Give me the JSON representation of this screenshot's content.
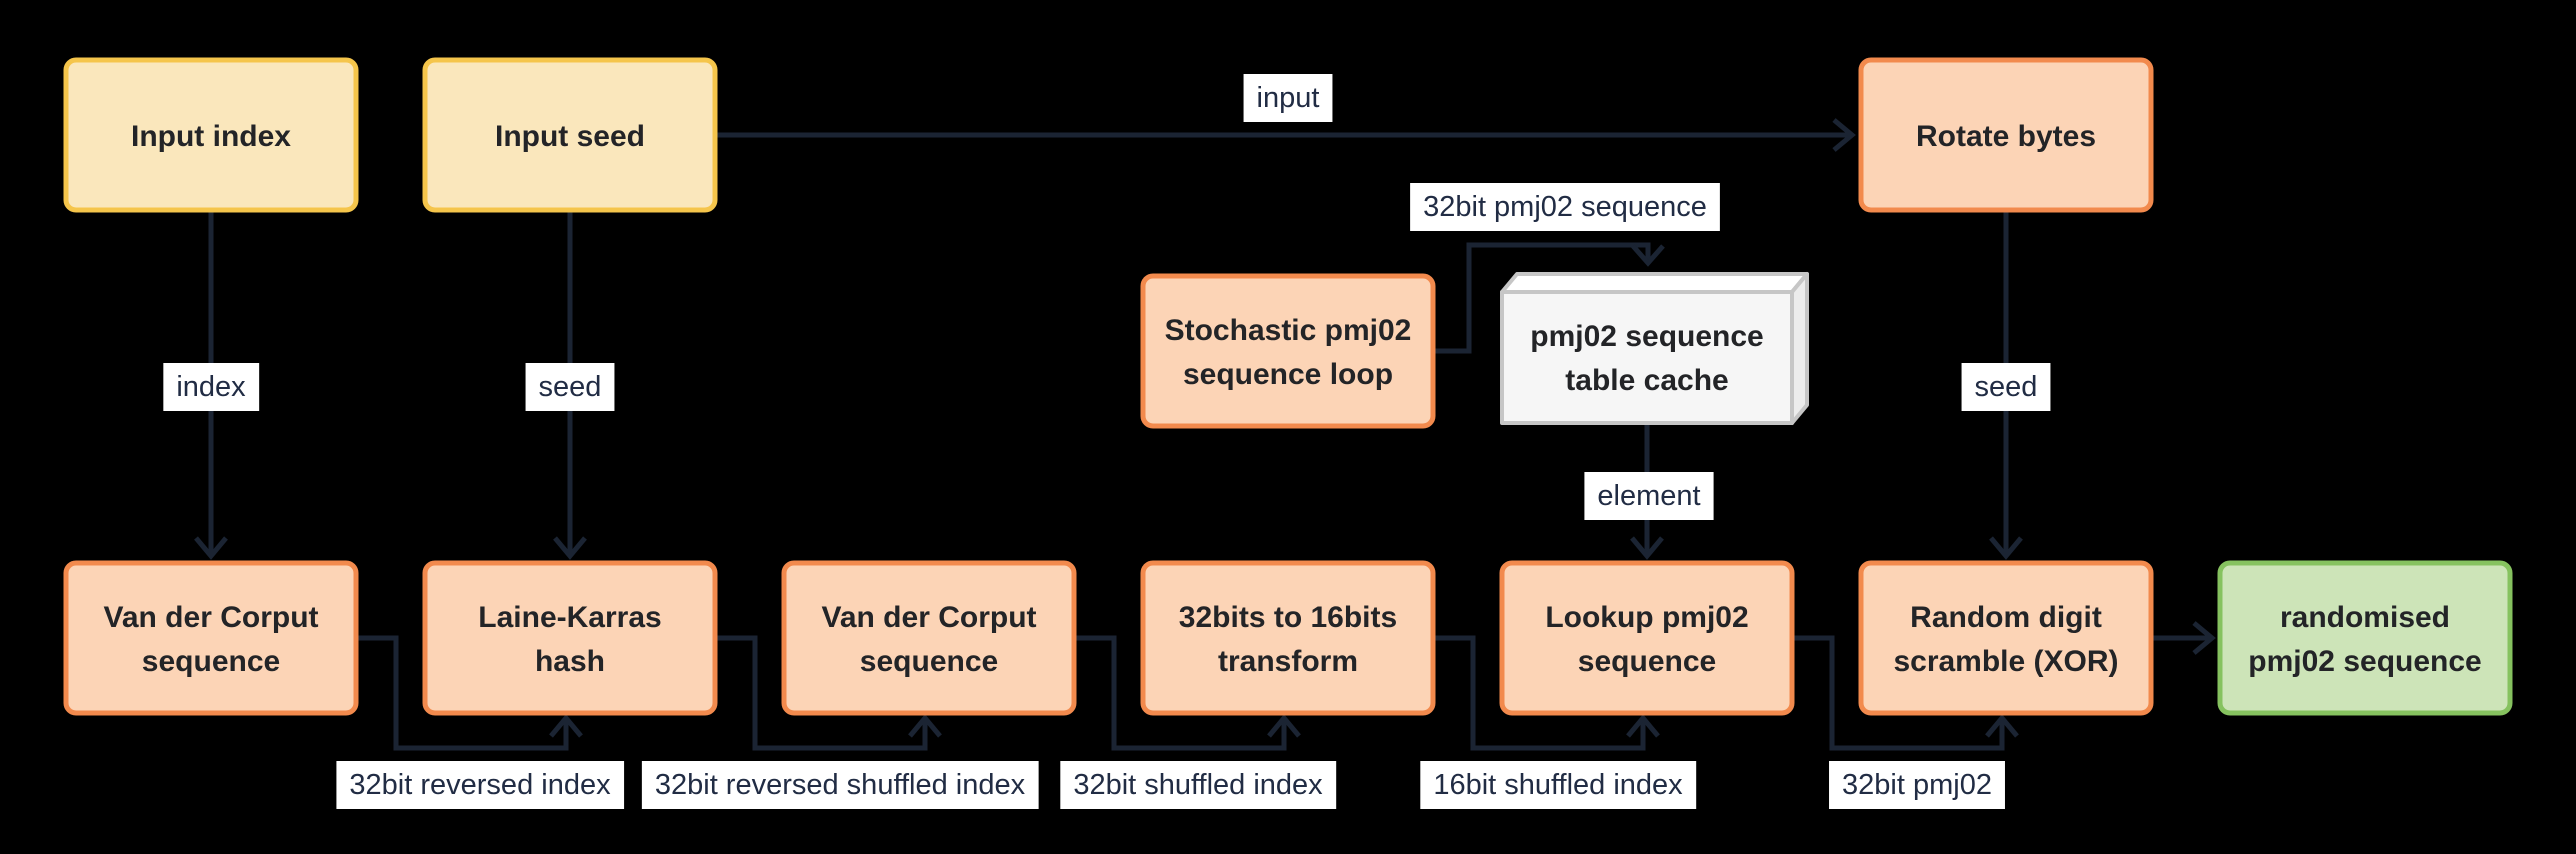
{
  "diagram": {
    "type": "flowchart",
    "description": "pmj02 randomised sequence generation pipeline"
  },
  "colors": {
    "background": "#000000",
    "edge": "#1b2433",
    "label_bg": "#ffffff",
    "label_text": "#212c44",
    "node_text": "#232427",
    "input_node": {
      "fill": "#fae7bc",
      "border": "#f5c54b"
    },
    "process_node": {
      "fill": "#fcd4b6",
      "border": "#f28a4d"
    },
    "output_node": {
      "fill": "#cde4b8",
      "border": "#86c25f"
    },
    "cache_node": {
      "fill": "#f6f6f6",
      "top_fill": "#ffffff",
      "side_fill": "#ececec",
      "border": "#c6c6c6"
    }
  },
  "nodes": {
    "input_index": {
      "type": "input",
      "lines": [
        "Input index"
      ]
    },
    "input_seed": {
      "type": "input",
      "lines": [
        "Input seed"
      ]
    },
    "rotate_bytes": {
      "type": "process",
      "lines": [
        "Rotate bytes"
      ]
    },
    "stochastic_loop": {
      "type": "process",
      "lines": [
        "Stochastic pmj02",
        "sequence loop"
      ]
    },
    "table_cache": {
      "type": "cache",
      "lines": [
        "pmj02 sequence",
        "table cache"
      ]
    },
    "vdc_1": {
      "type": "process",
      "lines": [
        "Van der Corput",
        "sequence"
      ]
    },
    "laine_karras": {
      "type": "process",
      "lines": [
        "Laine-Karras",
        "hash"
      ]
    },
    "vdc_2": {
      "type": "process",
      "lines": [
        "Van der Corput",
        "sequence"
      ]
    },
    "transform_32_16": {
      "type": "process",
      "lines": [
        "32bits to 16bits",
        "transform"
      ]
    },
    "lookup_pmj02": {
      "type": "process",
      "lines": [
        "Lookup pmj02",
        "sequence"
      ]
    },
    "random_scramble": {
      "type": "process",
      "lines": [
        "Random digit",
        "scramble (XOR)"
      ]
    },
    "randomised_pmj02": {
      "type": "output",
      "lines": [
        "randomised",
        "pmj02 sequence"
      ]
    }
  },
  "edges": {
    "index": {
      "label": "index",
      "from": "input_index",
      "to": "vdc_1"
    },
    "seed_left": {
      "label": "seed",
      "from": "input_seed",
      "to": "laine_karras"
    },
    "input": {
      "label": "input",
      "from": "input_seed",
      "to": "rotate_bytes"
    },
    "seed_right": {
      "label": "seed",
      "from": "rotate_bytes",
      "to": "random_scramble"
    },
    "pmj02_sequence_32": {
      "label": "32bit pmj02 sequence",
      "from": "stochastic_loop",
      "to": "table_cache"
    },
    "element": {
      "label": "element",
      "from": "table_cache",
      "to": "lookup_pmj02"
    },
    "reversed_index_32": {
      "label": "32bit reversed index",
      "from": "vdc_1",
      "to": "laine_karras"
    },
    "reversed_shuffled_index_32": {
      "label": "32bit reversed shuffled index",
      "from": "laine_karras",
      "to": "vdc_2"
    },
    "shuffled_index_32": {
      "label": "32bit shuffled index",
      "from": "vdc_2",
      "to": "transform_32_16"
    },
    "shuffled_index_16": {
      "label": "16bit shuffled index",
      "from": "transform_32_16",
      "to": "lookup_pmj02"
    },
    "pmj02_32": {
      "label": "32bit pmj02",
      "from": "lookup_pmj02",
      "to": "random_scramble"
    },
    "result": {
      "label": "",
      "from": "random_scramble",
      "to": "randomised_pmj02"
    }
  }
}
